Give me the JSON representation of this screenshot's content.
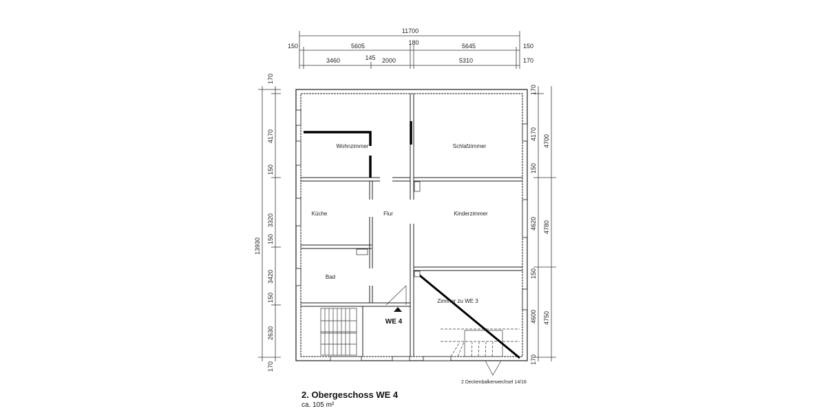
{
  "drawing": {
    "title": "2. Obergeschoss WE 4",
    "area": "ca. 105 m²",
    "unit_label": "WE 4",
    "note": "2 Deckenbalkenwechsel 14/16"
  },
  "dimensions": {
    "top": {
      "overall": "11700",
      "row2": [
        "150",
        "5605",
        "180",
        "5645",
        "150"
      ],
      "row3": [
        "3460",
        "145",
        "2000",
        "5310",
        "170"
      ]
    },
    "left": {
      "overall": "13930",
      "segments": [
        "170",
        "4170",
        "150",
        "3320",
        "150",
        "3420",
        "150",
        "2630",
        "170"
      ]
    },
    "right": {
      "inner": [
        "170",
        "4170",
        "150",
        "4620",
        "150",
        "4600",
        "170"
      ],
      "outer": [
        "4700",
        "4780",
        "4750"
      ]
    }
  },
  "rooms": [
    {
      "name": "Wohnzimmer"
    },
    {
      "name": "Schlafzimmer"
    },
    {
      "name": "Küche"
    },
    {
      "name": "Flur"
    },
    {
      "name": "Kinderzimmer"
    },
    {
      "name": "Bad"
    },
    {
      "name": "Zimmer zu WE 3"
    }
  ],
  "colors": {
    "line": "#1a1a1a",
    "paper": "#ffffff"
  }
}
